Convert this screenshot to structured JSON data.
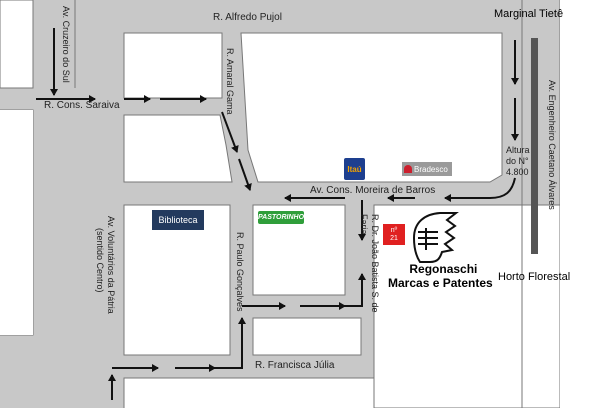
{
  "colors": {
    "background": "#c8c8c8",
    "block": "#ffffff",
    "road_text": "#222222",
    "arrow": "#111111",
    "highway_band": "#555555",
    "itau_bg": "#1d3f8f",
    "itau_accent": "#f2a300",
    "bradesco_bg": "#9a9a9a",
    "bradesco_red": "#cc1f2d",
    "biblioteca_bg": "#233a5e",
    "pastorinho_green": "#2f9e3a",
    "marker_red": "#e02020"
  },
  "streets": {
    "alfredo_pujol": "R. Alfredo Pujol",
    "cruzeiro_do_sul": "Av. Cruzeiro do Sul",
    "cons_saraiva": "R. Cons. Saraiva",
    "amaral_gama": "R. Amaral Gama",
    "marginal_tiete": "Marginal Tietê",
    "engenheiro_caetano": "Av. Engenheiro Caetano Álvares",
    "altura_line1": "Altura",
    "altura_line2": "do N°",
    "altura_line3": "4.800",
    "moreira_de_barros": "Av. Cons. Moreira de Barros",
    "voluntarios_line1": "Av. Voluntários da Pátria",
    "voluntarios_line2": "(sentido Centro)",
    "paulo_goncalves": "R. Paulo Gonçalves",
    "joao_batista": "R. Dr. João Batista S. de Faria",
    "francisca_julia": "R. Francisca Júlia",
    "horto_florestal": "Horto Florestal"
  },
  "landmarks": {
    "itau": "Itaú",
    "bradesco": "Bradesco",
    "biblioteca": "Biblioteca",
    "pastorinho": "PASTORINHO",
    "marker_line1": "nº",
    "marker_line2": "21",
    "company_line1": "Regonaschi",
    "company_line2": "Marcas e Patentes"
  },
  "icons": [
    "bank-logo-icon",
    "knight-helmet-icon",
    "route-arrow-icon"
  ]
}
